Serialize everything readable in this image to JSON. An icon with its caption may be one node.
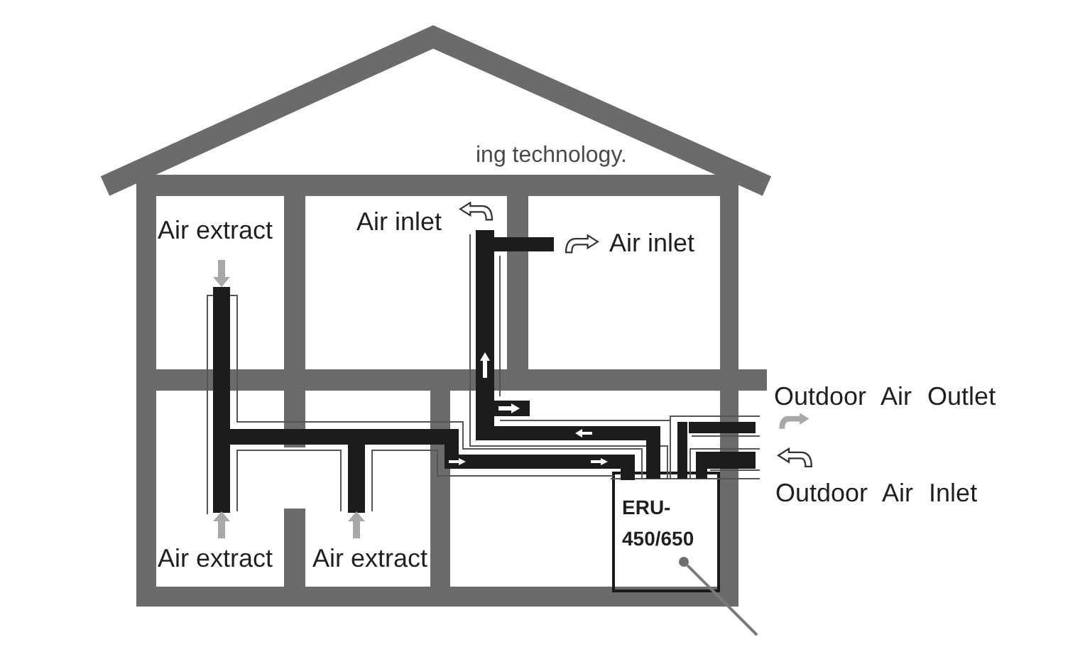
{
  "diagram": {
    "nodes": [
      {
        "text": [
          "ERU- 450/650"
        ]
      },
      {
        "text": [],
        "shape": "circle",
        "in": 0
      }
    ],
    "edges": [
      {
        "from": null,
        "to": 1,
        "arrow": "none"
      }
    ],
    "labels": [
      "ing technology.",
      "Air extract",
      "Air inlet",
      "Air inlet",
      "Outdoor Air Outlet",
      "Outdoor Air Inlet",
      "Air extract",
      "Air extract"
    ]
  }
}
